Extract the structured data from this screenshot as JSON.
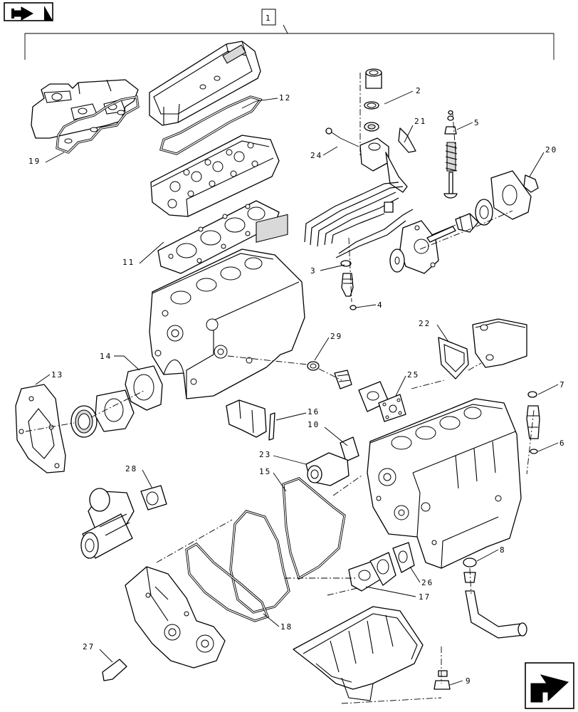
{
  "icons": {
    "top_left": "arrow-back-icon",
    "bottom_right": "arrow-next-icon"
  },
  "callouts": {
    "main": "1",
    "items": [
      "2",
      "3",
      "4",
      "5",
      "6",
      "7",
      "8",
      "9",
      "10",
      "11",
      "12",
      "13",
      "14",
      "15",
      "16",
      "17",
      "18",
      "19",
      "20",
      "21",
      "22",
      "23",
      "24",
      "25",
      "26",
      "27",
      "28",
      "29"
    ]
  },
  "parts": [
    "exhaust-manifold",
    "rocker-cover",
    "cylinder-head",
    "head-gasket",
    "water-outlet",
    "injection-pipes",
    "valve",
    "water-pump",
    "pulley",
    "fan-hub",
    "engine-block-rear",
    "engine-block-front",
    "timing-cover",
    "flywheel-housing",
    "oil-seal",
    "starter",
    "thermostat-housing",
    "oil-pan",
    "breather-hose",
    "bearing-cap",
    "plug"
  ]
}
